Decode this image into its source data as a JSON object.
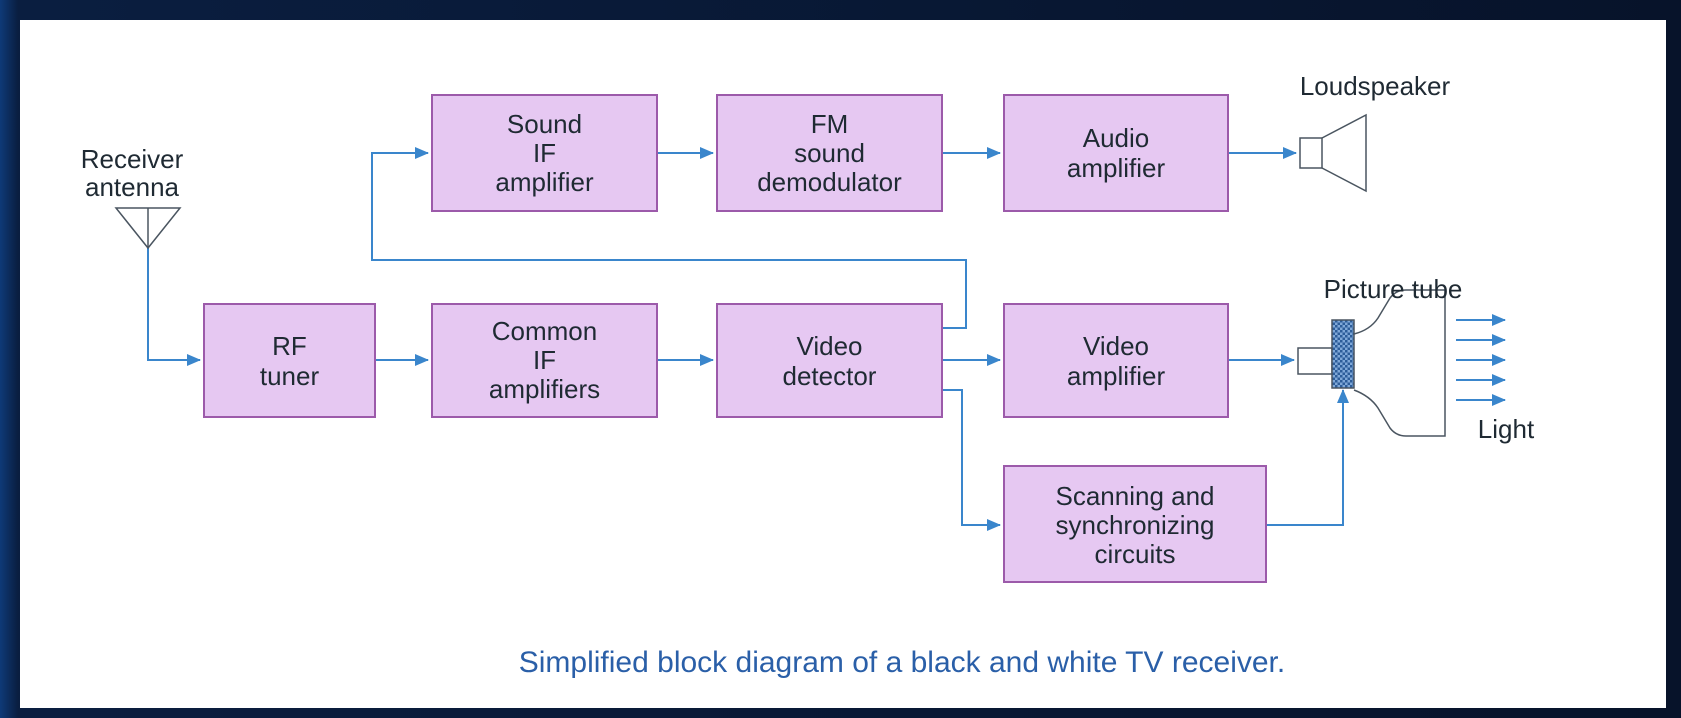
{
  "blocks": {
    "sound_if_amplifier": [
      "Sound",
      "IF",
      "amplifier"
    ],
    "fm_sound_demodulator": [
      "FM",
      "sound",
      "demodulator"
    ],
    "audio_amplifier": [
      "Audio",
      "amplifier"
    ],
    "rf_tuner": [
      "RF",
      "tuner"
    ],
    "common_if_amplifiers": [
      "Common",
      "IF",
      "amplifiers"
    ],
    "video_detector": [
      "Video",
      "detector"
    ],
    "video_amplifier": [
      "Video",
      "amplifier"
    ],
    "scanning_sync_circuits": [
      "Scanning and",
      "synchronizing",
      "circuits"
    ]
  },
  "labels": {
    "receiver_antenna": [
      "Receiver",
      "antenna"
    ],
    "loudspeaker": "Loudspeaker",
    "picture_tube": "Picture tube",
    "light": "Light"
  },
  "caption": "Simplified block diagram of a black and white TV receiver.",
  "colors": {
    "block_fill": "#e6c8f2",
    "block_stroke": "#9c5aaa",
    "wire": "#3a86cc",
    "caption": "#2a5fa8"
  }
}
